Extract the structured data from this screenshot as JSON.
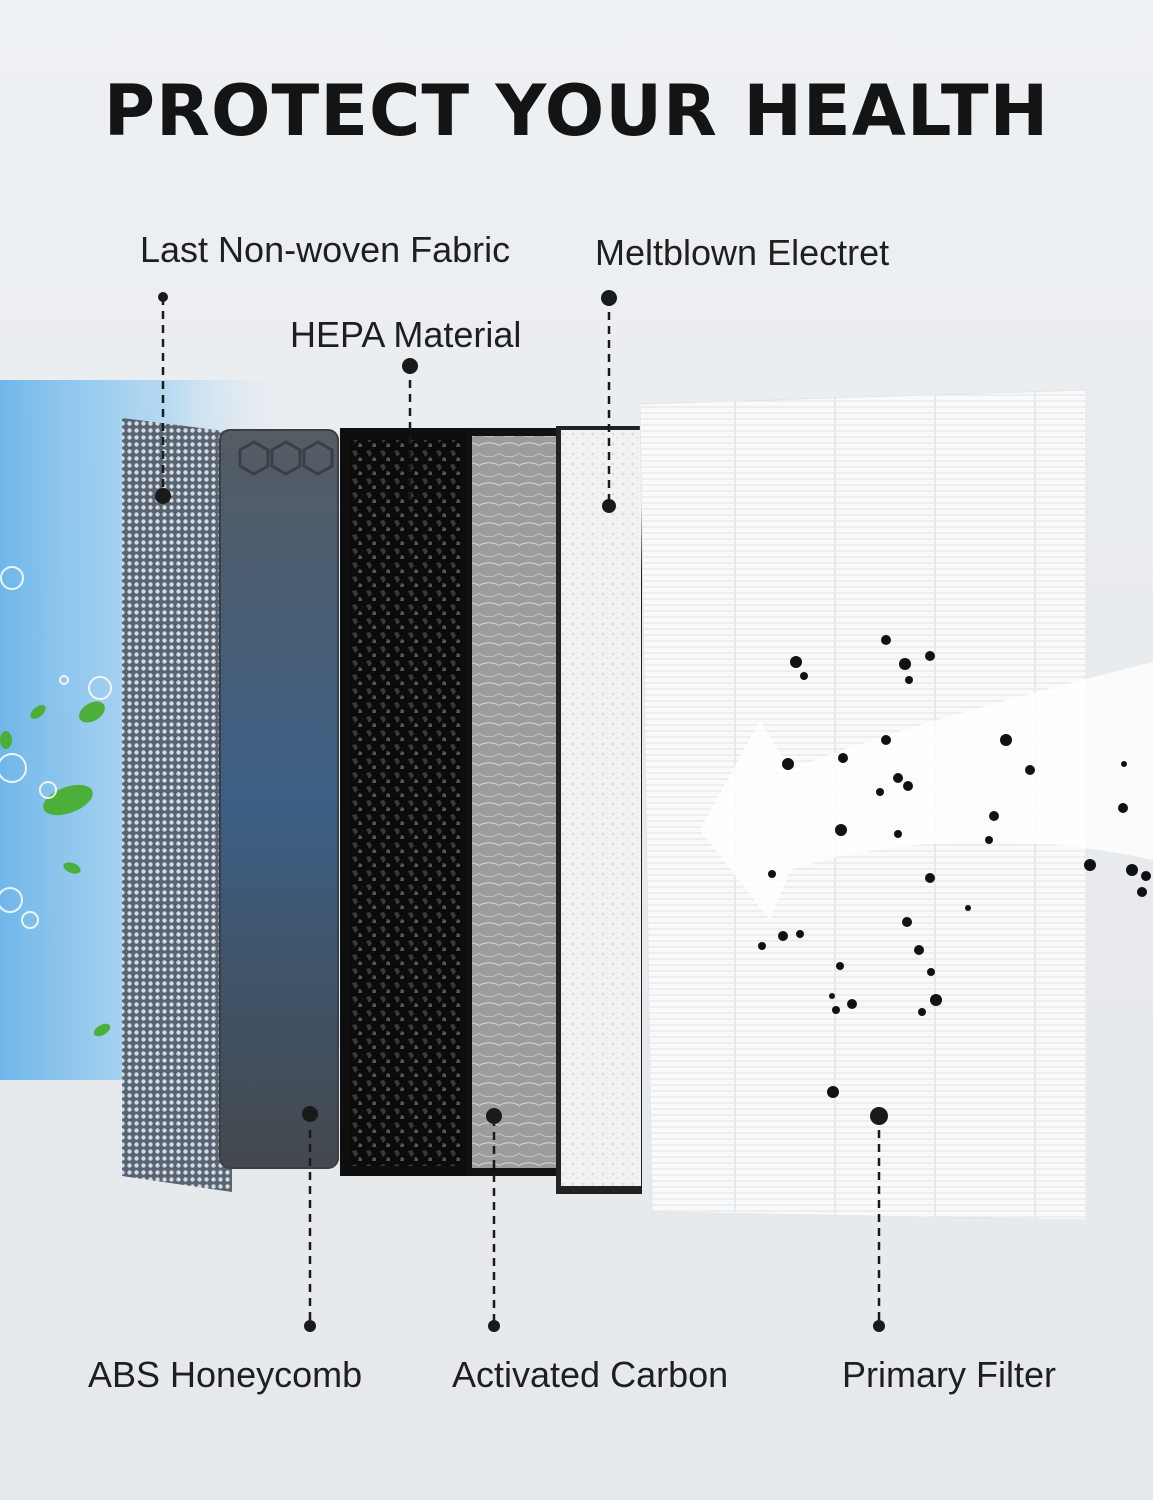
{
  "headline": "PROTECT YOUR HEALTH",
  "labels": {
    "last_non_woven_fabric": "Last Non-woven Fabric",
    "meltblown_electret": "Meltblown Electret",
    "hepa_material": "HEPA Material",
    "abs_honeycomb": "ABS Honeycomb",
    "activated_carbon": "Activated Carbon",
    "primary_filter": "Primary Filter"
  },
  "colors": {
    "background": "#e9ecef",
    "clean_air_blue": "#6fb7ea",
    "leaf_green": "#4caf3a",
    "text": "#1f1f1f"
  },
  "icons": [
    "leaf-icon",
    "bubble-icon",
    "dust-particle-icon",
    "airflow-arrow-icon"
  ]
}
